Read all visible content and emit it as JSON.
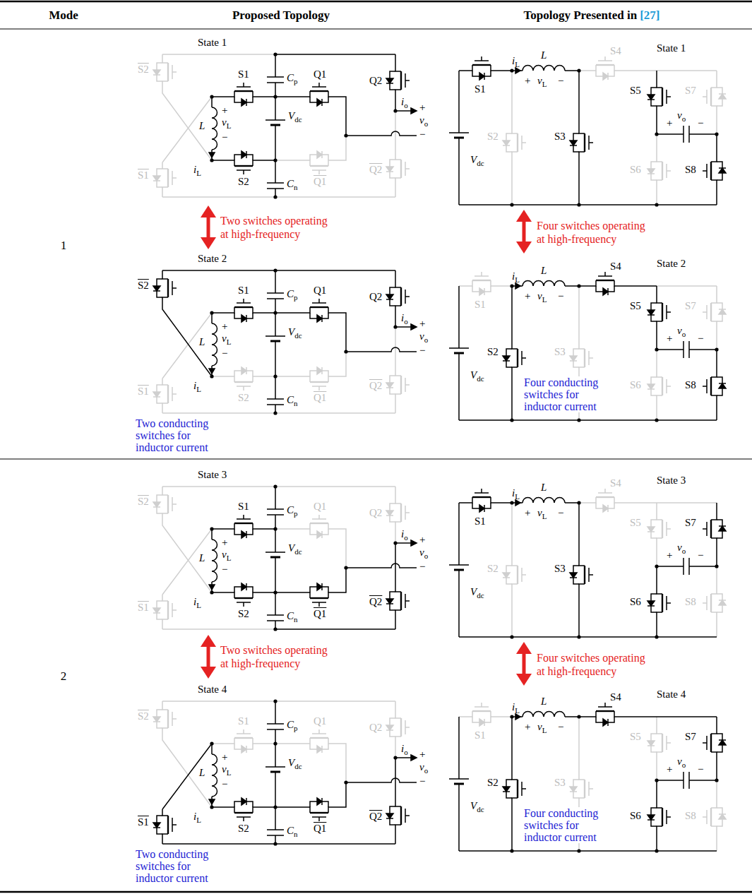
{
  "diagram": {
    "labels": [
      "Mode",
      "Proposed Topology",
      "Topology Presented in",
      "[27]",
      "1",
      "State 1",
      "S2",
      "C",
      "p",
      "S1",
      "Q1",
      "Q2",
      "i",
      "o",
      "+",
      "v",
      "o",
      "−",
      "+",
      "L",
      "v",
      "L",
      "−",
      "i",
      "L",
      "V",
      "dc",
      "S2",
      "C",
      "n",
      "S1",
      "Q1",
      "Q2",
      "Two switches operating at high-frequency",
      "State 2",
      "S2",
      "C",
      "p",
      "S1",
      "Q1",
      "Q2",
      "i",
      "o",
      "+",
      "v",
      "o",
      "−",
      "+",
      "L",
      "v",
      "L",
      "−",
      "i",
      "L",
      "V",
      "dc",
      "S2",
      "C",
      "n",
      "S1",
      "Q1",
      "Q2",
      "Two conducting switches for inductor current",
      "State 1",
      "i",
      "L",
      "L",
      "+",
      "v",
      "L",
      "−",
      "S4",
      "S1",
      "S5",
      "S7",
      "S2",
      "S3",
      "+",
      "v",
      "o",
      "−",
      "V",
      "dc",
      "S6",
      "S8",
      "Four switches operating at high-frequency",
      "State 2",
      "i",
      "L",
      "L",
      "+",
      "v",
      "L",
      "−",
      "S4",
      "S1",
      "S5",
      "S7",
      "S2",
      "S3",
      "+",
      "v",
      "o",
      "−",
      "V",
      "dc",
      "S6",
      "S8",
      "Four conducting switches for inductor current",
      "2",
      "State 3",
      "S2",
      "C",
      "p",
      "S1",
      "Q1",
      "Q2",
      "i",
      "o",
      "+",
      "v",
      "o",
      "−",
      "+",
      "L",
      "v",
      "L",
      "−",
      "i",
      "L",
      "V",
      "dc",
      "S2",
      "C",
      "n",
      "S1",
      "Q1",
      "Q2",
      "Two switches operating at high-frequency",
      "State 4",
      "S2",
      "C",
      "p",
      "S1",
      "Q1",
      "Q2",
      "i",
      "o",
      "+",
      "v",
      "o",
      "−",
      "+",
      "L",
      "v",
      "L",
      "−",
      "i",
      "L",
      "V",
      "dc",
      "S2",
      "C",
      "n",
      "S1",
      "Q1",
      "Q2",
      "Two conducting switches for inductor current",
      "State 3",
      "i",
      "L",
      "L",
      "+",
      "v",
      "L",
      "−",
      "S4",
      "S1",
      "S5",
      "S7",
      "S2",
      "S3",
      "+",
      "v",
      "o",
      "−",
      "V",
      "dc",
      "S6",
      "S8",
      "Four switches operating at high-frequency",
      "State 4",
      "i",
      "L",
      "L",
      "+",
      "v",
      "L",
      "−",
      "S4",
      "S1",
      "S5",
      "S7",
      "S2",
      "S3",
      "+",
      "v",
      "o",
      "−",
      "V",
      "dc",
      "S6",
      "S8",
      "Four conducting switches for inductor current"
    ]
  }
}
